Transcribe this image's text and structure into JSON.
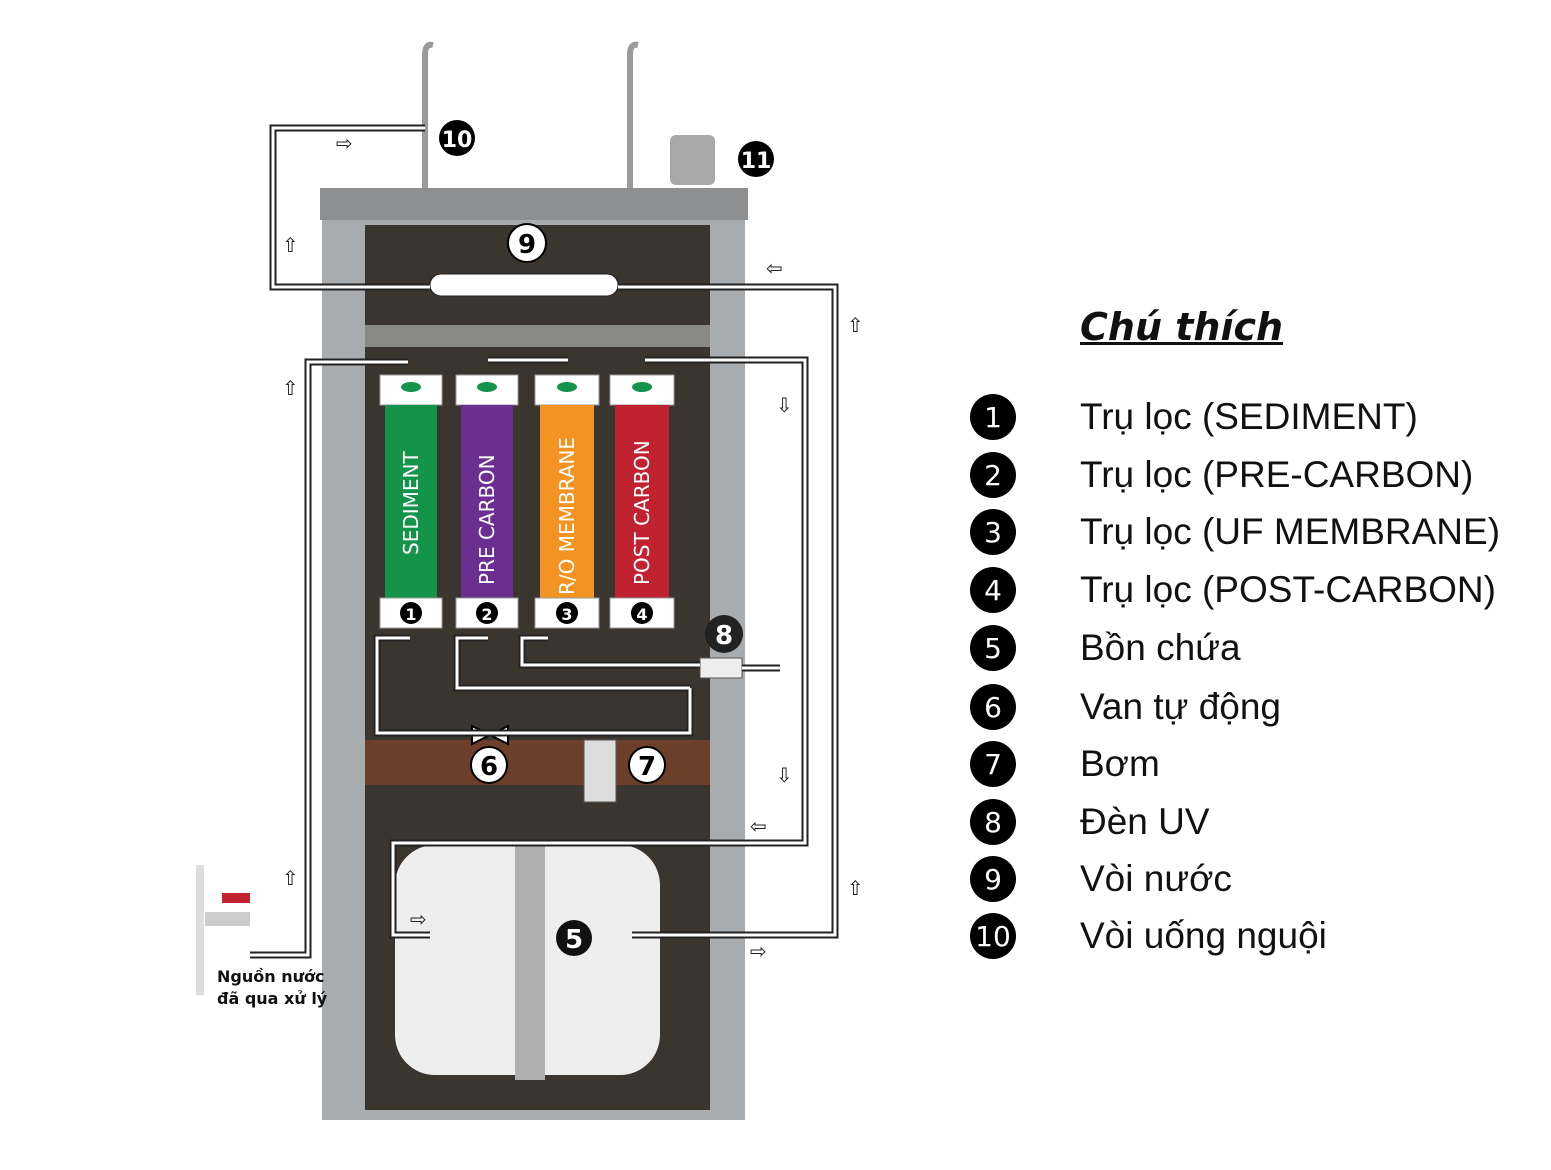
{
  "legend": {
    "title": "Chú thích",
    "items": [
      {
        "num": "1",
        "text": "Trụ lọc (SEDIMENT)"
      },
      {
        "num": "2",
        "text": "Trụ lọc (PRE-CARBON)"
      },
      {
        "num": "3",
        "text": "Trụ lọc (UF MEMBRANE)"
      },
      {
        "num": "4",
        "text": "Trụ lọc (POST-CARBON)"
      },
      {
        "num": "5",
        "text": "Bồn chứa"
      },
      {
        "num": "6",
        "text": "Van tự động"
      },
      {
        "num": "7",
        "text": "Bơm"
      },
      {
        "num": "8",
        "text": "Đèn UV"
      },
      {
        "num": "9",
        "text": "Vòi nước"
      },
      {
        "num": "10",
        "text": "Vòi uống nguội"
      }
    ]
  },
  "filters": [
    {
      "label": "SEDIMENT",
      "num": "1",
      "color": "#14934a"
    },
    {
      "label": "PRE CARBON",
      "num": "2",
      "color": "#6a2f91"
    },
    {
      "label": "R/O MEMBRANE",
      "num": "3",
      "color": "#f39321"
    },
    {
      "label": "POST CARBON",
      "num": "4",
      "color": "#c1222f"
    }
  ],
  "markers": {
    "m5": "5",
    "m6": "6",
    "m7": "7",
    "m8": "8",
    "m9": "9",
    "m10": "10",
    "m11": "11"
  },
  "source_label": {
    "line1": "Nguồn nước",
    "line2": "đã qua xử lý"
  }
}
